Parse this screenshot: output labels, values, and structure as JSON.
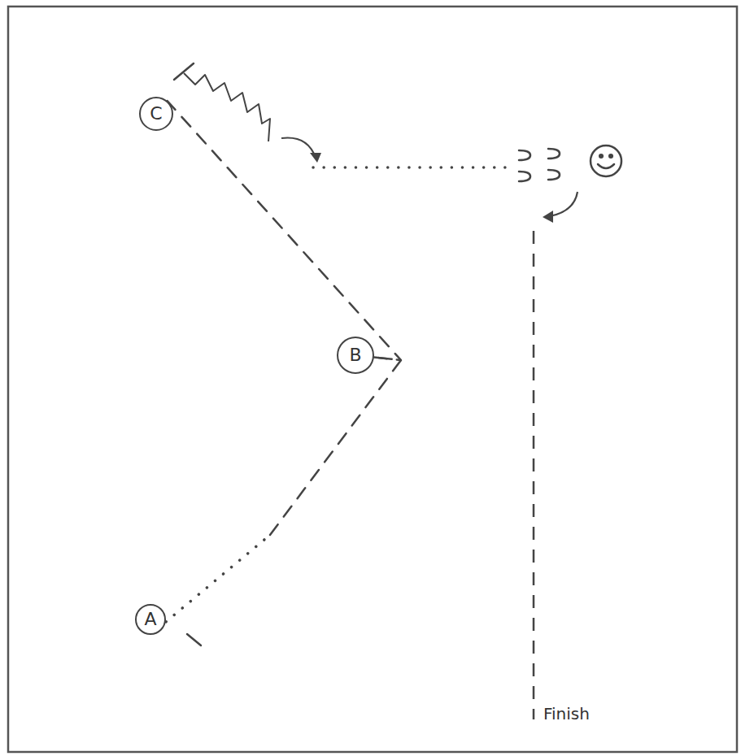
{
  "diagram": {
    "nodes": [
      {
        "text": [
          "C"
        ]
      },
      {
        "text": [
          "B"
        ]
      },
      {
        "text": [
          "A"
        ]
      }
    ],
    "edges": [
      {
        "from": 2,
        "to": 1,
        "arrow": "none"
      },
      {
        "from": 1,
        "to": 0,
        "arrow": "none"
      }
    ],
    "labels": [
      "Finish"
    ]
  }
}
